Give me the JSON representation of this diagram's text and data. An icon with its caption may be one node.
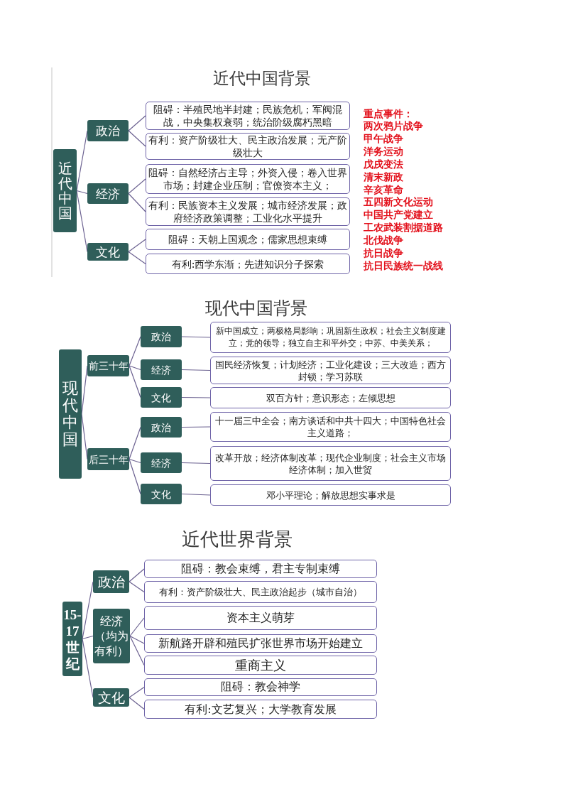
{
  "diagram": {
    "nodes": [
      {
        "text": [
          "近代中国"
        ]
      },
      {
        "text": [
          "政治"
        ]
      },
      {
        "text": [
          "阻碍：半殖民地半封建；民族危机；军阀混战，中央集权衰弱；统治阶级腐朽黑暗"
        ]
      },
      {
        "text": [
          "有利：资产阶级壮大、民主政治发展；无产阶级壮大"
        ]
      },
      {
        "text": [
          "经济"
        ]
      },
      {
        "text": [
          "阻碍：自然经济占主导；外资入侵；卷入世界市场；封建企业压制；官僚资本主义；"
        ]
      },
      {
        "text": [
          "有利：民族资本主义发展；城市经济发展；政府经济政策调整；工业化水平提升"
        ]
      },
      {
        "text": [
          "文化"
        ]
      },
      {
        "text": [
          "阻碍：天朝上国观念；儒家思想束缚"
        ]
      },
      {
        "text": [
          "有利:西学东渐；先进知识分子探索"
        ]
      },
      {
        "text": [
          "现代中国"
        ]
      },
      {
        "text": [
          "前三十年"
        ]
      },
      {
        "text": [
          "政治"
        ]
      },
      {
        "text": [
          "新中国成立；两极格局影响；巩固新生政权；社会主义制度建立；党的领导；独立自主和平外交；中苏、中美关系；"
        ]
      },
      {
        "text": [
          "经济"
        ]
      },
      {
        "text": [
          "国民经济恢复；计划经济；工业化建设；三大改造；西方封锁；学习苏联"
        ]
      },
      {
        "text": [
          "文化"
        ]
      },
      {
        "text": [
          "双百方针；意识形态；左倾思想"
        ]
      },
      {
        "text": [
          "后三十年"
        ]
      },
      {
        "text": [
          "政治"
        ]
      },
      {
        "text": [
          "十一届三中全会；南方谈话和中共十四大；中国特色社会主义道路；"
        ]
      },
      {
        "text": [
          "经济"
        ]
      },
      {
        "text": [
          "改革开放；经济体制改革；现代企业制度；社会主义市场经济体制；加入世贸"
        ]
      },
      {
        "text": [
          "文化"
        ]
      },
      {
        "text": [
          "邓小平理论；解放思想实事求是"
        ]
      },
      {
        "text": [
          "15-17世纪"
        ]
      },
      {
        "text": [
          "政治"
        ]
      },
      {
        "text": [
          "阻碍：教会束缚，君主专制束缚"
        ]
      },
      {
        "text": [
          "有利：资产阶级壮大、民主政治起步（城市自治）"
        ]
      },
      {
        "text": [
          "经济（均为有利）"
        ]
      },
      {
        "text": [
          "资本主义萌芽"
        ]
      },
      {
        "text": [
          "新航路开辟和殖民扩张世界市场开始建立"
        ]
      },
      {
        "text": [
          "重商主义"
        ]
      },
      {
        "text": [
          "文化"
        ]
      },
      {
        "text": [
          "阻碍：教会神学"
        ]
      },
      {
        "text": [
          "有利:文艺复兴；大学教育发展"
        ]
      }
    ],
    "edges": [
      {
        "from": 0,
        "to": 1,
        "arrow": "none"
      },
      {
        "from": 0,
        "to": 4,
        "arrow": "none"
      },
      {
        "from": 0,
        "to": 7,
        "arrow": "none"
      },
      {
        "from": 1,
        "to": 2,
        "arrow": "none"
      },
      {
        "from": 1,
        "to": 3,
        "arrow": "none"
      },
      {
        "from": 4,
        "to": 5,
        "arrow": "none"
      },
      {
        "from": 4,
        "to": 6,
        "arrow": "none"
      },
      {
        "from": 7,
        "to": 8,
        "arrow": "none"
      },
      {
        "from": 7,
        "to": 9,
        "arrow": "none"
      },
      {
        "from": 10,
        "to": 11,
        "arrow": "none"
      },
      {
        "from": 10,
        "to": 18,
        "arrow": "none"
      },
      {
        "from": 11,
        "to": 12,
        "arrow": "none"
      },
      {
        "from": 11,
        "to": 14,
        "arrow": "none"
      },
      {
        "from": 11,
        "to": 16,
        "arrow": "none"
      },
      {
        "from": 12,
        "to": 13,
        "arrow": "none"
      },
      {
        "from": 14,
        "to": 15,
        "arrow": "none"
      },
      {
        "from": 16,
        "to": 17,
        "arrow": "none"
      },
      {
        "from": 18,
        "to": 19,
        "arrow": "none"
      },
      {
        "from": 18,
        "to": 21,
        "arrow": "none"
      },
      {
        "from": 18,
        "to": 23,
        "arrow": "none"
      },
      {
        "from": 19,
        "to": 20,
        "arrow": "none"
      },
      {
        "from": 21,
        "to": 22,
        "arrow": "none"
      },
      {
        "from": 23,
        "to": 24,
        "arrow": "none"
      },
      {
        "from": 25,
        "to": 26,
        "arrow": "none"
      },
      {
        "from": 25,
        "to": 29,
        "arrow": "none"
      },
      {
        "from": 25,
        "to": 33,
        "arrow": "none"
      },
      {
        "from": 26,
        "to": 27,
        "arrow": "none"
      },
      {
        "from": 26,
        "to": 28,
        "arrow": "none"
      },
      {
        "from": 29,
        "to": 30,
        "arrow": "none"
      },
      {
        "from": 29,
        "to": 31,
        "arrow": "none"
      },
      {
        "from": 29,
        "to": 32,
        "arrow": "none"
      },
      {
        "from": 33,
        "to": 34,
        "arrow": "none"
      },
      {
        "from": 33,
        "to": 35,
        "arrow": "none"
      }
    ],
    "labels": [
      "近代中国背景",
      "重点事件：",
      "两次鸦片战争",
      "甲午战争",
      "洋务运动",
      "戊戌变法",
      "清末新政",
      "辛亥革命",
      "五四新文化运动",
      "中国共产党建立",
      "工农武装割据道路",
      "北伐战争",
      "抗日战争",
      "抗日民族统一战线",
      "现代中国背景",
      "近代世界背景"
    ]
  }
}
